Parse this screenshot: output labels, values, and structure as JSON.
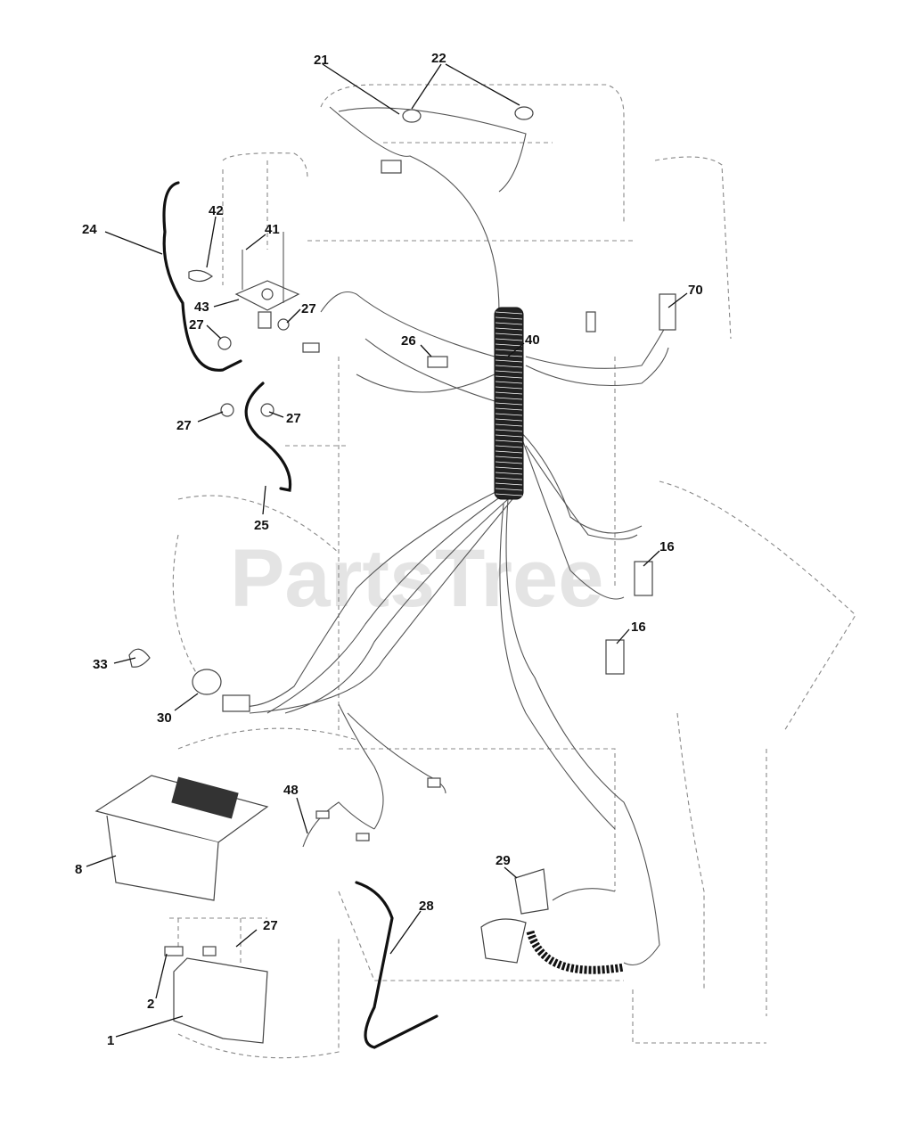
{
  "watermark": "PartsTree",
  "callouts": [
    {
      "id": "c21",
      "label": "21"
    },
    {
      "id": "c22",
      "label": "22"
    },
    {
      "id": "c24",
      "label": "24"
    },
    {
      "id": "c42",
      "label": "42"
    },
    {
      "id": "c41",
      "label": "41"
    },
    {
      "id": "c43",
      "label": "43"
    },
    {
      "id": "c27a",
      "label": "27"
    },
    {
      "id": "c27b",
      "label": "27"
    },
    {
      "id": "c27c",
      "label": "27"
    },
    {
      "id": "c27d",
      "label": "27"
    },
    {
      "id": "c70",
      "label": "70"
    },
    {
      "id": "c26",
      "label": "26"
    },
    {
      "id": "c40",
      "label": "40"
    },
    {
      "id": "c25",
      "label": "25"
    },
    {
      "id": "c16a",
      "label": "16"
    },
    {
      "id": "c16b",
      "label": "16"
    },
    {
      "id": "c33",
      "label": "33"
    },
    {
      "id": "c30",
      "label": "30"
    },
    {
      "id": "c48",
      "label": "48"
    },
    {
      "id": "c8",
      "label": "8"
    },
    {
      "id": "c29",
      "label": "29"
    },
    {
      "id": "c28",
      "label": "28"
    },
    {
      "id": "c27e",
      "label": "27"
    },
    {
      "id": "c2",
      "label": "2"
    },
    {
      "id": "c1",
      "label": "1"
    }
  ]
}
